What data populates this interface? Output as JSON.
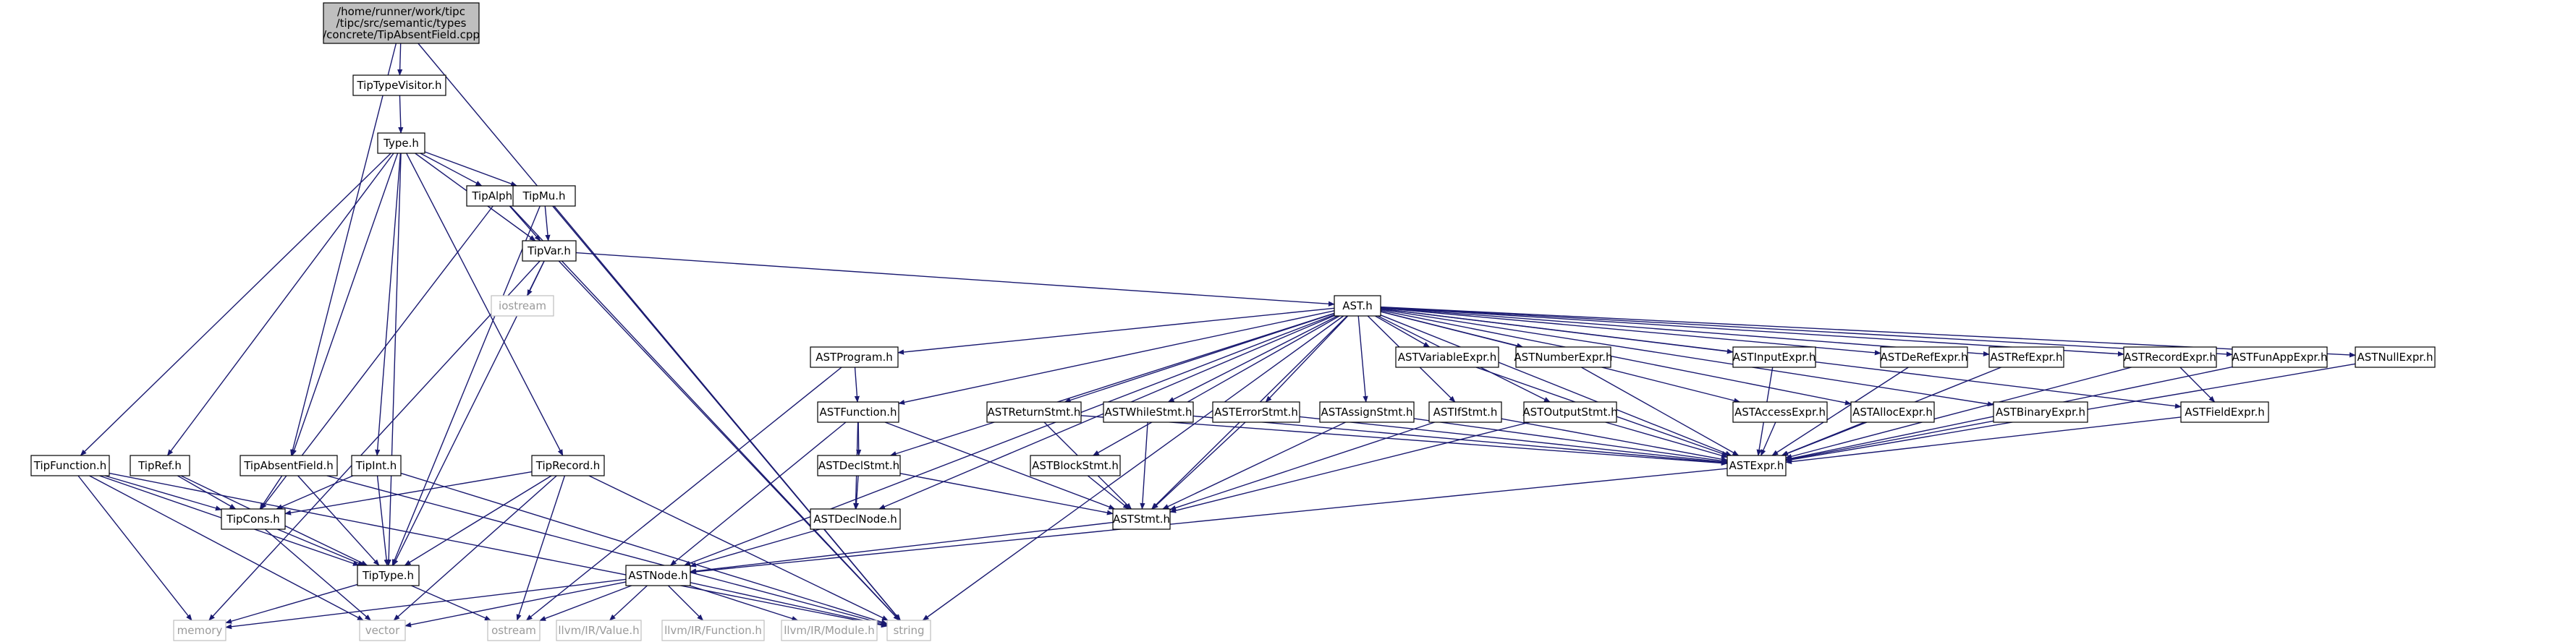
{
  "colors": {
    "edge": "#191970",
    "root_fill": "#bfbfbf",
    "box_stroke": "#000000",
    "external_stroke": "#bfbfbf",
    "external_text": "#9a9a9a"
  },
  "nodes": [
    {
      "id": "root",
      "lines": [
        "/home/runner/work/tipc",
        "/tipc/src/semantic/types",
        "/concrete/TipAbsentField.cpp"
      ],
      "kind": "root"
    },
    {
      "id": "visitor",
      "lines": [
        "TipTypeVisitor.h"
      ]
    },
    {
      "id": "type",
      "lines": [
        "Type.h"
      ]
    },
    {
      "id": "alpha",
      "lines": [
        "TipAlpha.h"
      ]
    },
    {
      "id": "mu",
      "lines": [
        "TipMu.h"
      ]
    },
    {
      "id": "var",
      "lines": [
        "TipVar.h"
      ]
    },
    {
      "id": "iostream",
      "lines": [
        "iostream"
      ],
      "kind": "ext"
    },
    {
      "id": "ast",
      "lines": [
        "AST.h"
      ]
    },
    {
      "id": "program",
      "lines": [
        "ASTProgram.h"
      ]
    },
    {
      "id": "function",
      "lines": [
        "ASTFunction.h"
      ]
    },
    {
      "id": "declstmt",
      "lines": [
        "ASTDeclStmt.h"
      ]
    },
    {
      "id": "declnode",
      "lines": [
        "ASTDeclNode.h"
      ]
    },
    {
      "id": "returnstmt",
      "lines": [
        "ASTReturnStmt.h"
      ]
    },
    {
      "id": "whilestmt",
      "lines": [
        "ASTWhileStmt.h"
      ]
    },
    {
      "id": "errorstmt",
      "lines": [
        "ASTErrorStmt.h"
      ]
    },
    {
      "id": "assignstmt",
      "lines": [
        "ASTAssignStmt.h"
      ]
    },
    {
      "id": "ifstmt",
      "lines": [
        "ASTIfStmt.h"
      ]
    },
    {
      "id": "outputstmt",
      "lines": [
        "ASTOutputStmt.h"
      ]
    },
    {
      "id": "blockstmt",
      "lines": [
        "ASTBlockStmt.h"
      ]
    },
    {
      "id": "varexpr",
      "lines": [
        "ASTVariableExpr.h"
      ]
    },
    {
      "id": "numexpr",
      "lines": [
        "ASTNumberExpr.h"
      ]
    },
    {
      "id": "inputexpr",
      "lines": [
        "ASTInputExpr.h"
      ]
    },
    {
      "id": "accessexpr",
      "lines": [
        "ASTAccessExpr.h"
      ]
    },
    {
      "id": "allocexpr",
      "lines": [
        "ASTAllocExpr.h"
      ]
    },
    {
      "id": "derefexpr",
      "lines": [
        "ASTDeRefExpr.h"
      ]
    },
    {
      "id": "binexpr",
      "lines": [
        "ASTBinaryExpr.h"
      ]
    },
    {
      "id": "refexpr",
      "lines": [
        "ASTRefExpr.h"
      ]
    },
    {
      "id": "recexpr",
      "lines": [
        "ASTRecordExpr.h"
      ]
    },
    {
      "id": "fieldexpr",
      "lines": [
        "ASTFieldExpr.h"
      ]
    },
    {
      "id": "funappexpr",
      "lines": [
        "ASTFunAppExpr.h"
      ]
    },
    {
      "id": "nullexpr",
      "lines": [
        "ASTNullExpr.h"
      ]
    },
    {
      "id": "expr",
      "lines": [
        "ASTExpr.h"
      ]
    },
    {
      "id": "stmt",
      "lines": [
        "ASTStmt.h"
      ]
    },
    {
      "id": "node",
      "lines": [
        "ASTNode.h"
      ]
    },
    {
      "id": "tipfunc",
      "lines": [
        "TipFunction.h"
      ]
    },
    {
      "id": "tipref",
      "lines": [
        "TipRef.h"
      ]
    },
    {
      "id": "tipabsent",
      "lines": [
        "TipAbsentField.h"
      ]
    },
    {
      "id": "tipint",
      "lines": [
        "TipInt.h"
      ]
    },
    {
      "id": "tiprecord",
      "lines": [
        "TipRecord.h"
      ]
    },
    {
      "id": "tipcons",
      "lines": [
        "TipCons.h"
      ]
    },
    {
      "id": "tiptype",
      "lines": [
        "TipType.h"
      ]
    },
    {
      "id": "memory",
      "lines": [
        "memory"
      ],
      "kind": "ext"
    },
    {
      "id": "vector",
      "lines": [
        "vector"
      ],
      "kind": "ext"
    },
    {
      "id": "ostream",
      "lines": [
        "ostream"
      ],
      "kind": "ext"
    },
    {
      "id": "llvmvalue",
      "lines": [
        "llvm/IR/Value.h"
      ],
      "kind": "ext"
    },
    {
      "id": "llvmfunc",
      "lines": [
        "llvm/IR/Function.h"
      ],
      "kind": "ext"
    },
    {
      "id": "llvmmodule",
      "lines": [
        "llvm/IR/Module.h"
      ],
      "kind": "ext"
    },
    {
      "id": "string",
      "lines": [
        "string"
      ],
      "kind": "ext"
    }
  ],
  "edges": [
    [
      "root",
      "visitor"
    ],
    [
      "root",
      "tipabsent"
    ],
    [
      "root",
      "string"
    ],
    [
      "visitor",
      "type"
    ],
    [
      "type",
      "alpha"
    ],
    [
      "type",
      "mu"
    ],
    [
      "type",
      "var"
    ],
    [
      "type",
      "tipfunc"
    ],
    [
      "type",
      "tipref"
    ],
    [
      "type",
      "tipabsent"
    ],
    [
      "type",
      "tipint"
    ],
    [
      "type",
      "tiprecord"
    ],
    [
      "type",
      "tiptype"
    ],
    [
      "alpha",
      "var"
    ],
    [
      "alpha",
      "tipcons"
    ],
    [
      "alpha",
      "string"
    ],
    [
      "mu",
      "var"
    ],
    [
      "mu",
      "tiptype"
    ],
    [
      "mu",
      "string"
    ],
    [
      "var",
      "iostream"
    ],
    [
      "var",
      "ast"
    ],
    [
      "var",
      "tiptype"
    ],
    [
      "var",
      "memory"
    ],
    [
      "var",
      "string"
    ],
    [
      "ast",
      "program"
    ],
    [
      "ast",
      "function"
    ],
    [
      "ast",
      "declstmt"
    ],
    [
      "ast",
      "declnode"
    ],
    [
      "ast",
      "returnstmt"
    ],
    [
      "ast",
      "whilestmt"
    ],
    [
      "ast",
      "errorstmt"
    ],
    [
      "ast",
      "assignstmt"
    ],
    [
      "ast",
      "ifstmt"
    ],
    [
      "ast",
      "outputstmt"
    ],
    [
      "ast",
      "blockstmt"
    ],
    [
      "ast",
      "varexpr"
    ],
    [
      "ast",
      "numexpr"
    ],
    [
      "ast",
      "inputexpr"
    ],
    [
      "ast",
      "accessexpr"
    ],
    [
      "ast",
      "allocexpr"
    ],
    [
      "ast",
      "derefexpr"
    ],
    [
      "ast",
      "binexpr"
    ],
    [
      "ast",
      "refexpr"
    ],
    [
      "ast",
      "recexpr"
    ],
    [
      "ast",
      "fieldexpr"
    ],
    [
      "ast",
      "funappexpr"
    ],
    [
      "ast",
      "nullexpr"
    ],
    [
      "ast",
      "expr"
    ],
    [
      "ast",
      "stmt"
    ],
    [
      "ast",
      "node"
    ],
    [
      "ast",
      "string"
    ],
    [
      "program",
      "function"
    ],
    [
      "program",
      "ostream"
    ],
    [
      "function",
      "declstmt"
    ],
    [
      "function",
      "declnode"
    ],
    [
      "function",
      "stmt"
    ],
    [
      "function",
      "node"
    ],
    [
      "declstmt",
      "declnode"
    ],
    [
      "declstmt",
      "stmt"
    ],
    [
      "declnode",
      "node"
    ],
    [
      "returnstmt",
      "stmt"
    ],
    [
      "returnstmt",
      "expr"
    ],
    [
      "whilestmt",
      "stmt"
    ],
    [
      "whilestmt",
      "expr"
    ],
    [
      "errorstmt",
      "stmt"
    ],
    [
      "errorstmt",
      "expr"
    ],
    [
      "assignstmt",
      "stmt"
    ],
    [
      "assignstmt",
      "expr"
    ],
    [
      "ifstmt",
      "stmt"
    ],
    [
      "ifstmt",
      "expr"
    ],
    [
      "outputstmt",
      "stmt"
    ],
    [
      "outputstmt",
      "expr"
    ],
    [
      "blockstmt",
      "stmt"
    ],
    [
      "varexpr",
      "expr"
    ],
    [
      "numexpr",
      "expr"
    ],
    [
      "inputexpr",
      "expr"
    ],
    [
      "accessexpr",
      "expr"
    ],
    [
      "allocexpr",
      "expr"
    ],
    [
      "derefexpr",
      "expr"
    ],
    [
      "binexpr",
      "expr"
    ],
    [
      "refexpr",
      "expr"
    ],
    [
      "recexpr",
      "fieldexpr"
    ],
    [
      "recexpr",
      "expr"
    ],
    [
      "fieldexpr",
      "expr"
    ],
    [
      "funappexpr",
      "expr"
    ],
    [
      "nullexpr",
      "expr"
    ],
    [
      "expr",
      "node"
    ],
    [
      "stmt",
      "node"
    ],
    [
      "node",
      "memory"
    ],
    [
      "node",
      "vector"
    ],
    [
      "node",
      "ostream"
    ],
    [
      "node",
      "llvmvalue"
    ],
    [
      "node",
      "llvmfunc"
    ],
    [
      "node",
      "llvmmodule"
    ],
    [
      "node",
      "string"
    ],
    [
      "tipfunc",
      "tipcons"
    ],
    [
      "tipfunc",
      "tiptype"
    ],
    [
      "tipfunc",
      "memory"
    ],
    [
      "tipfunc",
      "vector"
    ],
    [
      "tipfunc",
      "string"
    ],
    [
      "tipref",
      "tipcons"
    ],
    [
      "tipref",
      "tiptype"
    ],
    [
      "tipabsent",
      "tipcons"
    ],
    [
      "tipabsent",
      "tiptype"
    ],
    [
      "tipabsent",
      "string"
    ],
    [
      "tipint",
      "tipcons"
    ],
    [
      "tipint",
      "tiptype"
    ],
    [
      "tipint",
      "string"
    ],
    [
      "tiprecord",
      "tipcons"
    ],
    [
      "tiprecord",
      "tiptype"
    ],
    [
      "tiprecord",
      "vector"
    ],
    [
      "tiprecord",
      "ostream"
    ],
    [
      "tiprecord",
      "string"
    ],
    [
      "tipcons",
      "tiptype"
    ],
    [
      "tipcons",
      "vector"
    ],
    [
      "tiptype",
      "memory"
    ],
    [
      "tiptype",
      "ostream"
    ]
  ]
}
